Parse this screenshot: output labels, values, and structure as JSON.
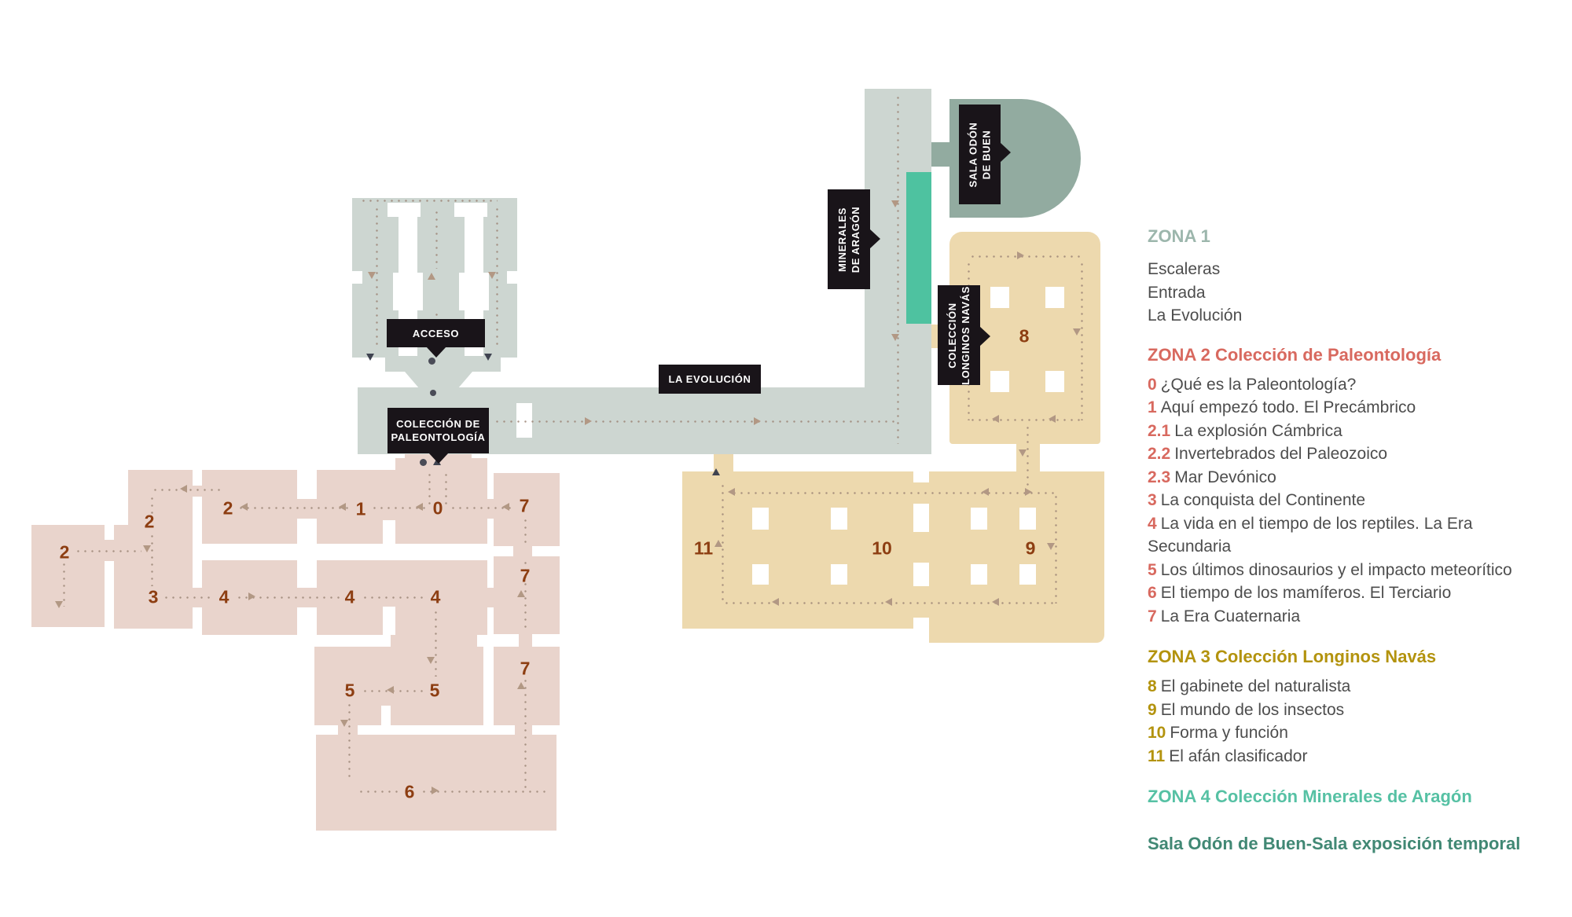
{
  "map": {
    "labels": {
      "acceso": "ACCESO",
      "paleontologia_1": "COLECCIÓN DE",
      "paleontologia_2": "PALEONTOLOGÍA",
      "evolucion": "LA EVOLUCIÓN",
      "minerales_1": "MINERALES",
      "minerales_2": "DE ARAGÓN",
      "odon_1": "SALA ODÓN",
      "odon_2": "DE BUEN",
      "longinos_1": "COLECCIÓN",
      "longinos_2": "LONGINOS NAVÁS"
    },
    "pink_rooms": [
      "2",
      "2",
      "2",
      "1",
      "0",
      "7",
      "3",
      "4",
      "4",
      "4",
      "7",
      "7",
      "5",
      "5",
      "6"
    ],
    "tan_rooms": [
      "8",
      "9",
      "10",
      "11"
    ]
  },
  "legend": {
    "zona1": {
      "title": "ZONA 1",
      "items": [
        "Escaleras",
        "Entrada",
        "La Evolución"
      ]
    },
    "zona2": {
      "title": "ZONA 2 Colección de Paleontología",
      "items": [
        {
          "num": "0",
          "text": "¿Qué es la Paleontología?"
        },
        {
          "num": "1",
          "text": "Aquí empezó todo. El Precámbrico"
        },
        {
          "num": "2.1",
          "text": "La explosión Cámbrica"
        },
        {
          "num": "2.2",
          "text": "Invertebrados del Paleozoico"
        },
        {
          "num": "2.3",
          "text": "Mar Devónico"
        },
        {
          "num": "3",
          "text": "La conquista del Continente"
        },
        {
          "num": "4",
          "text": "La vida en el tiempo de los reptiles. La Era Secundaria"
        },
        {
          "num": "5",
          "text": "Los últimos dinosaurios y el impacto meteorítico"
        },
        {
          "num": "6",
          "text": "El tiempo de los mamíferos. El Terciario"
        },
        {
          "num": "7",
          "text": "La Era Cuaternaria"
        }
      ]
    },
    "zona3": {
      "title": "ZONA 3 Colección Longinos Navás",
      "items": [
        {
          "num": "8",
          "text": "El gabinete del naturalista"
        },
        {
          "num": "9",
          "text": "El mundo de los insectos"
        },
        {
          "num": "10",
          "text": "Forma y función"
        },
        {
          "num": "11",
          "text": "El afán clasificador"
        }
      ]
    },
    "zona4": {
      "title": "ZONA 4 Colección Minerales de Aragón"
    },
    "sala_odon": {
      "title": "Sala Odón de Buen-Sala exposición temporal"
    }
  },
  "colors": {
    "zona1_fill": "#cdd6d1",
    "zona2_fill": "#e9d4cc",
    "zona3_fill": "#edd9ae",
    "zona4_fill": "#4ec2a0",
    "sala_odon_fill": "#92aba0",
    "tag_background": "#191419",
    "room_number": "#8d3e12",
    "legend_zona1": "#9cb6ac",
    "legend_zona2": "#d8695f",
    "legend_zona3": "#b3930e",
    "legend_zona4": "#56c1a4",
    "legend_sala": "#418874"
  }
}
